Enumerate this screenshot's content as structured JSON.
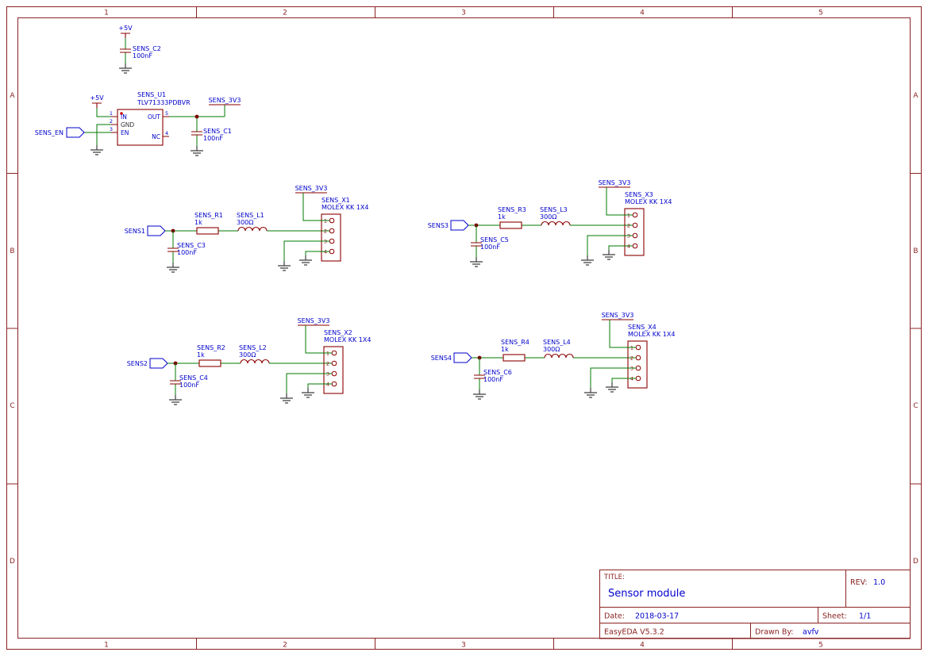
{
  "colors": {
    "background": "#ffffff",
    "frame": "#8b2323",
    "wire": "#007a00",
    "symbol": "#8b0000",
    "label": "#0000cc",
    "ground": "#3d3d3d",
    "junction": "#7f0000"
  },
  "frame": {
    "columns": [
      "1",
      "2",
      "3",
      "4",
      "5"
    ],
    "rows": [
      "A",
      "B",
      "C",
      "D"
    ]
  },
  "connector_pins": [
    "1",
    "2",
    "3",
    "4"
  ],
  "power_filter": {
    "net": "+5V",
    "cap_ref": "SENS_C2",
    "cap_value": "100nF"
  },
  "regulator": {
    "supply_net": "+5V",
    "ref": "SENS_U1",
    "part": "TLV71333PDBVR",
    "enable_port": "SENS_EN",
    "output_net": "SENS_3V3",
    "cap_ref": "SENS_C1",
    "cap_value": "100nF",
    "pin1_num": "1",
    "pin1_name": "IN",
    "pin2_num": "2",
    "pin2_name": "GND",
    "pin3_num": "3",
    "pin3_name": "EN",
    "pin4_num": "4",
    "pin4_name": "NC",
    "pin5_num": "5",
    "pin5_name": "OUT"
  },
  "channels": [
    {
      "port": "SENS1",
      "cap_ref": "SENS_C3",
      "cap_value": "100nF",
      "resistor_ref": "SENS_R1",
      "resistor_value": "1k",
      "inductor_ref": "SENS_L1",
      "inductor_value": "300Ω",
      "connector_ref": "SENS_X1",
      "connector_part": "MOLEX KK 1X4",
      "net": "SENS_3V3"
    },
    {
      "port": "SENS2",
      "cap_ref": "SENS_C4",
      "cap_value": "100nF",
      "resistor_ref": "SENS_R2",
      "resistor_value": "1k",
      "inductor_ref": "SENS_L2",
      "inductor_value": "300Ω",
      "connector_ref": "SENS_X2",
      "connector_part": "MOLEX KK 1X4",
      "net": "SENS_3V3"
    },
    {
      "port": "SENS3",
      "cap_ref": "SENS_C5",
      "cap_value": "100nF",
      "resistor_ref": "SENS_R3",
      "resistor_value": "1k",
      "inductor_ref": "SENS_L3",
      "inductor_value": "300Ω",
      "connector_ref": "SENS_X3",
      "connector_part": "MOLEX KK 1X4",
      "net": "SENS_3V3"
    },
    {
      "port": "SENS4",
      "cap_ref": "SENS_C6",
      "cap_value": "100nF",
      "resistor_ref": "SENS_R4",
      "resistor_value": "1k",
      "inductor_ref": "SENS_L4",
      "inductor_value": "300Ω",
      "connector_ref": "SENS_X4",
      "connector_part": "MOLEX KK 1X4",
      "net": "SENS_3V3"
    }
  ],
  "title_block": {
    "title_label": "TITLE:",
    "title": "Sensor module",
    "rev_label": "REV:",
    "rev": "1.0",
    "date_label": "Date:",
    "date": "2018-03-17",
    "sheet_label": "Sheet:",
    "sheet": "1/1",
    "tool": "EasyEDA V5.3.2",
    "drawn_by_label": "Drawn By:",
    "drawn_by": "avfv"
  }
}
